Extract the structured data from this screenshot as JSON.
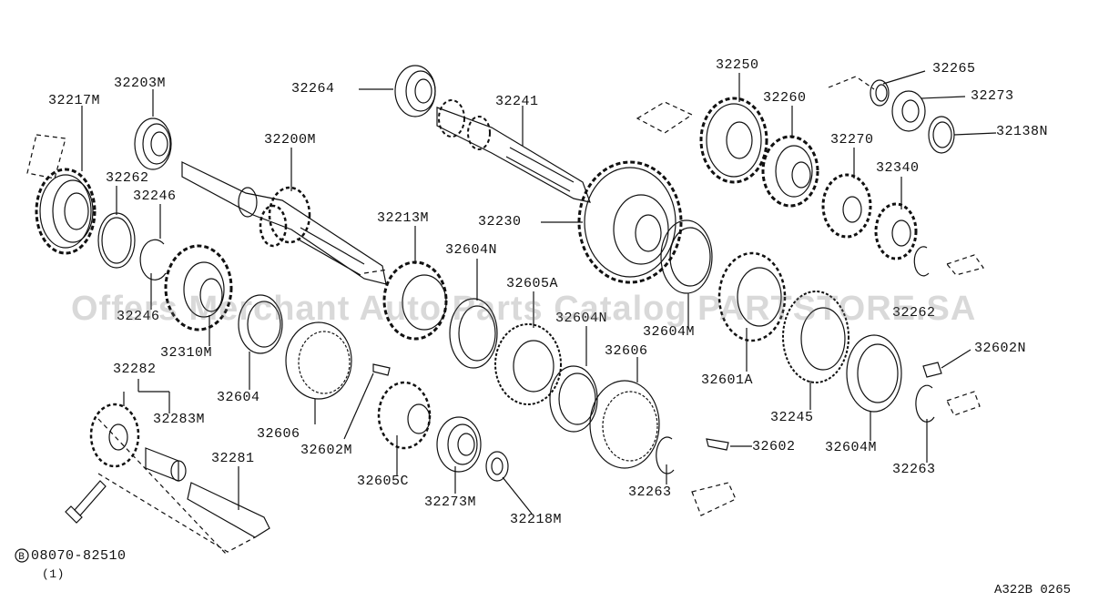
{
  "watermark": "Offers Merchant Auto Parts Catalog PARTSTORE.SA",
  "drawing_code": "A322B 0265",
  "bolt": {
    "part": "08070-82510",
    "qty": "(1)",
    "symbol": "B"
  },
  "labels": {
    "p32217M": "32217M",
    "p32203M": "32203M",
    "p32264": "32264",
    "p32241": "32241",
    "p32250": "32250",
    "p32265": "32265",
    "p32273": "32273",
    "p32260": "32260",
    "p32138N": "32138N",
    "p32270": "32270",
    "p32340": "32340",
    "p32200M": "32200M",
    "p32262a": "32262",
    "p32246a": "32246",
    "p32230": "32230",
    "p32213M": "32213M",
    "p32604Na": "32604N",
    "p32605A": "32605A",
    "p32604Nb": "32604N",
    "p32246b": "32246",
    "p32262b": "32262",
    "p32310M": "32310M",
    "p32604Ma": "32604M",
    "p32606a": "32606",
    "p32602N": "32602N",
    "p32601A": "32601A",
    "p32282": "32282",
    "p32604": "32604",
    "p32283M": "32283M",
    "p32245": "32245",
    "p32604Mb": "32604M",
    "p32606b": "32606",
    "p32602M": "32602M",
    "p32602": "32602",
    "p32281": "32281",
    "p32263a": "32263",
    "p32605C": "32605C",
    "p32273M": "32273M",
    "p32263b": "32263",
    "p32218M": "32218M"
  }
}
